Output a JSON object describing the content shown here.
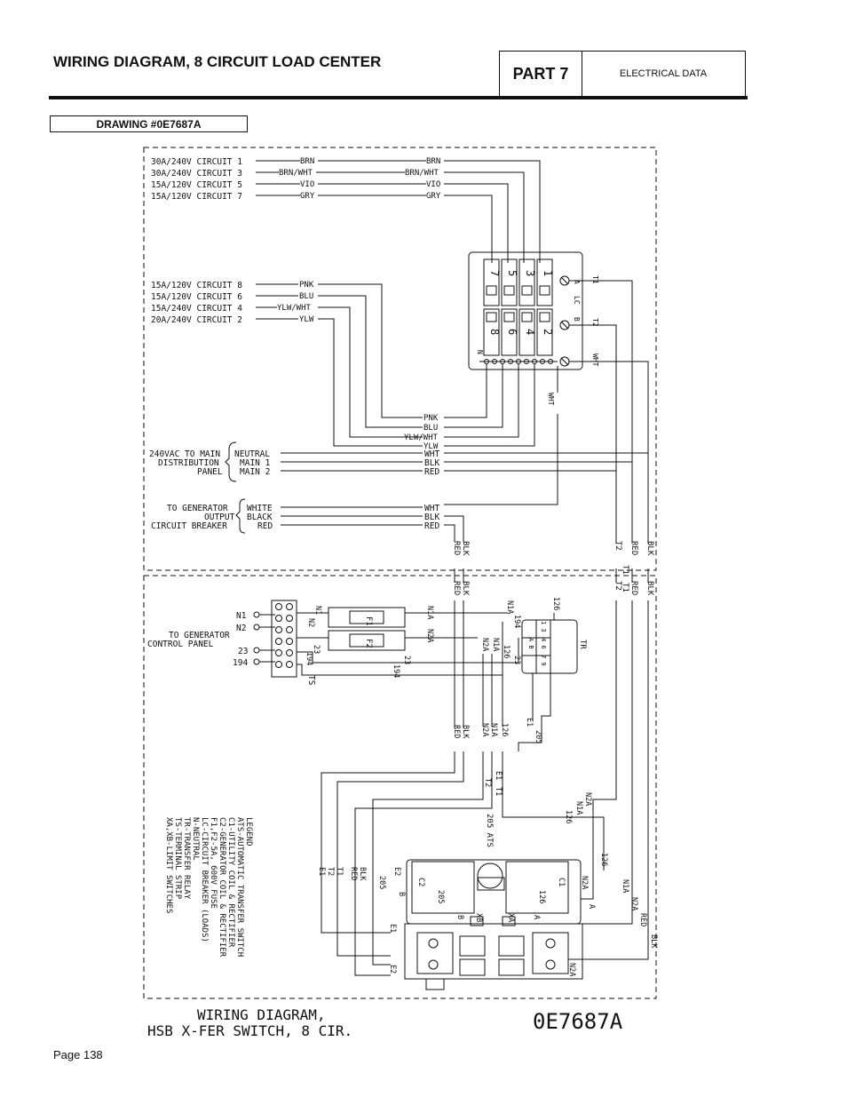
{
  "header": {
    "title": "WIRING DIAGRAM, 8 CIRCUIT LOAD CENTER",
    "part_label": "PART 7",
    "part_subtitle": "ELECTRICAL DATA"
  },
  "drawing_label": "DRAWING #0E7687A",
  "page_number": "Page 138",
  "diagram": {
    "circuits_top": [
      {
        "label": "30A/240V CIRCUIT 1",
        "wire": "BRN"
      },
      {
        "label": "30A/240V CIRCUIT 3",
        "wire": "BRN/WHT"
      },
      {
        "label": "15A/120V CIRCUIT 5",
        "wire": "VIO"
      },
      {
        "label": "15A/120V CIRCUIT 7",
        "wire": "GRY"
      }
    ],
    "circuits_mid": [
      {
        "label": "15A/120V CIRCUIT 8",
        "wire": "PNK"
      },
      {
        "label": "15A/120V CIRCUIT 6",
        "wire": "BLU"
      },
      {
        "label": "15A/240V CIRCUIT 4",
        "wire": "YLW/WHT"
      },
      {
        "label": "20A/240V CIRCUIT 2",
        "wire": "YLW"
      }
    ],
    "breakers_top": [
      "7",
      "5",
      "3",
      "1"
    ],
    "breakers_bottom": [
      "8",
      "6",
      "4",
      "2"
    ],
    "lc_labels": {
      "t1": "T1",
      "t2": "T2",
      "wht": "WHT",
      "a": "A",
      "lc": "LC",
      "b": "B",
      "n": "N"
    },
    "lower_wires": [
      "PNK",
      "BLU",
      "YLW/WHT",
      "YLW"
    ],
    "main_panel": {
      "label_lines": [
        "240VAC TO MAIN",
        "DISTRIBUTION",
        "PANEL"
      ],
      "wires": [
        {
          "name": "NEUTRAL",
          "wire": "WHT"
        },
        {
          "name": "MAIN 1",
          "wire": "BLK"
        },
        {
          "name": "MAIN 2",
          "wire": "RED"
        }
      ]
    },
    "generator_output": {
      "label_lines": [
        "TO GENERATOR",
        "OUTPUT",
        "CIRCUIT BREAKER"
      ],
      "wires": [
        {
          "name": "WHITE",
          "wire": "WHT"
        },
        {
          "name": "BLACK",
          "wire": "BLK"
        },
        {
          "name": "RED",
          "wire": "RED"
        }
      ]
    },
    "vertical_labels": {
      "blk": "BLK",
      "red": "RED",
      "t2": "T2",
      "t1": "T1",
      "wht": "WHT"
    },
    "control_panel": {
      "label_lines": [
        "TO GENERATOR",
        "CONTROL PANEL"
      ],
      "terminals": [
        "N1",
        "N2",
        "23",
        "194"
      ],
      "ts": "TS"
    },
    "fuses": [
      "F1",
      "F2"
    ],
    "relay": {
      "name": "TR",
      "pins": [
        "1 3",
        "4 6",
        "7 9",
        "A B"
      ]
    },
    "lower_wire_labels": {
      "n1": "N1",
      "n2": "N2",
      "n1a": "N1A",
      "n2a": "N2A",
      "w23": "23",
      "w194": "194",
      "w126": "126",
      "w205": "205",
      "e1": "E1",
      "e2": "E2"
    },
    "ats": {
      "label": "205 ATS",
      "c1": "C1",
      "c2": "C2",
      "xa": "XA",
      "xb": "XB",
      "a": "A",
      "b": "B"
    },
    "legend": {
      "title": "LEGEND",
      "items": [
        "ATS-AUTOMATIC TRANSFER SWITCH",
        "C1-UTILITY COIL & RECTIFIER",
        "C2-GENERATOR COIL & RECTIFIER",
        "F1,F2-5A, 600V FUSE",
        "LC-CIRCUIT BREAKER (LOADS)",
        "N-NEUTRAL",
        "TR-TRANSFER RELAY",
        "TS-TERMINAL STRIP",
        "XA,XB-LIMIT SWITCHES"
      ]
    },
    "footer": {
      "title_line1": "WIRING DIAGRAM,",
      "title_line2": "HSB X-FER SWITCH, 8 CIR.",
      "drawing_number": "0E7687A"
    }
  }
}
